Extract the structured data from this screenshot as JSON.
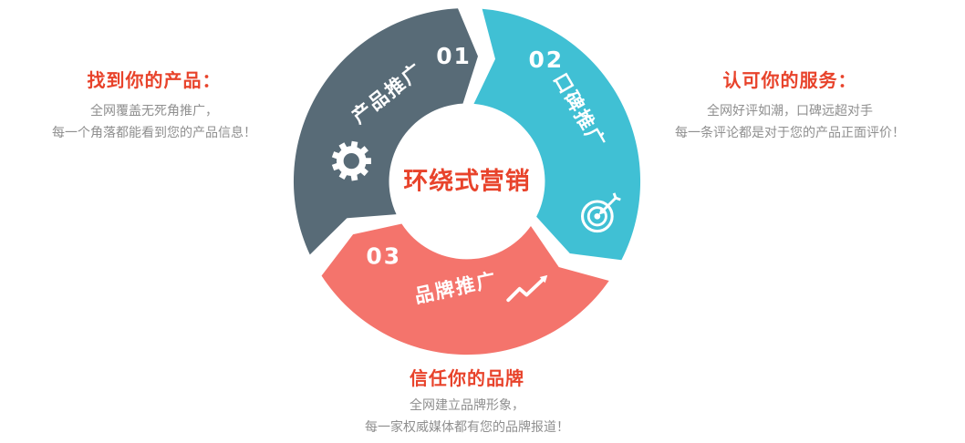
{
  "diagram": {
    "center_title": "环绕式营销",
    "segments": [
      {
        "id": "product",
        "number": "01",
        "label": "产品推广",
        "color": "#586b77",
        "icon": "gear-icon"
      },
      {
        "id": "reputation",
        "number": "02",
        "label": "口碑推广",
        "color": "#40c0d4",
        "icon": "target-icon"
      },
      {
        "id": "brand",
        "number": "03",
        "label": "品牌推广",
        "color": "#f4746c",
        "icon": "chart-up-icon"
      }
    ]
  },
  "callouts": {
    "left": {
      "heading": "找到你的产品：",
      "lines": [
        "全网覆盖无死角推广，",
        "每一个角落都能看到您的产品信息！"
      ]
    },
    "right": {
      "heading": "认可你的服务：",
      "lines": [
        "全网好评如潮，口碑远超对手",
        "每一条评论都是对于您的产品正面评价！"
      ]
    },
    "bottom": {
      "heading": "信任你的品牌",
      "lines": [
        "全网建立品牌形象，",
        "每一家权威媒体都有您的品牌报道！"
      ]
    }
  },
  "colors": {
    "accent_red": "#e8432b",
    "body_gray": "#8f8f8f",
    "segment_dark": "#586b77",
    "segment_teal": "#40c0d4",
    "segment_coral": "#f4746c",
    "background": "#ffffff"
  }
}
